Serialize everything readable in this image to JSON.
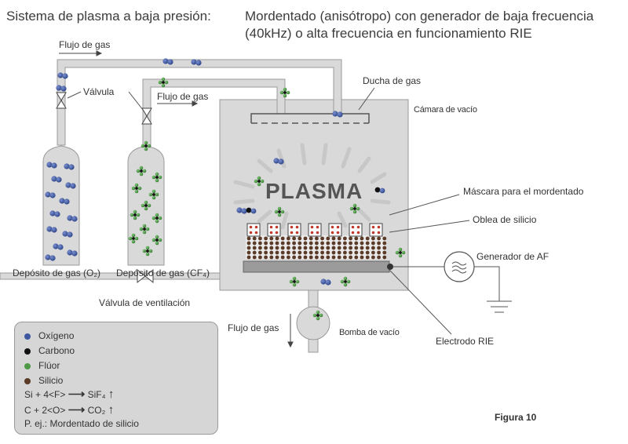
{
  "title_left": "Sistema de plasma a baja presión:",
  "title_right": "Mordentado (anisótropo) con generador de baja frecuencia (40kHz) o alta frecuencia en funcionamiento RIE",
  "labels": {
    "flujo_gas_top": "Flujo de gas",
    "valvula": "Válvula",
    "flujo_gas_mid": "Flujo de gas",
    "ducha": "Ducha de gas",
    "camara": "Cámara de vacío",
    "mascara": "Máscara para el mordentado",
    "oblea": "Oblea de silicio",
    "generador": "Generador de AF",
    "deposito_o2": "Depósito de gas (O₂)",
    "deposito_cf4": "Depósito de gas (CF₄)",
    "valvula_vent": "Válvula de ventilación",
    "flujo_gas_bottom": "Flujo de gas",
    "bomba": "Bomba de vacío",
    "electrodo": "Electrodo RIE",
    "plasma": "PLASMA",
    "figura": "Figura 10"
  },
  "legend": {
    "items": [
      {
        "label": "Oxígeno",
        "color": "#3d57a3"
      },
      {
        "label": "Carbono",
        "color": "#111111"
      },
      {
        "label": "Flúor",
        "color": "#4d9a46"
      },
      {
        "label": "Silicio",
        "color": "#5b3a27"
      }
    ],
    "eq1_left": "Si + 4<F>",
    "eq1_right": "SiF₄",
    "eq2_left": "C + 2<O>",
    "eq2_right": "CO₂",
    "example": "P. ej.: Mordentado de silicio"
  },
  "colors": {
    "oxygen": "#3d57a3",
    "carbon": "#111111",
    "fluorine": "#4d9a46",
    "silicon": "#5b3a27",
    "chamber": "#d9d9d9",
    "mask_red": "#c0392b"
  }
}
